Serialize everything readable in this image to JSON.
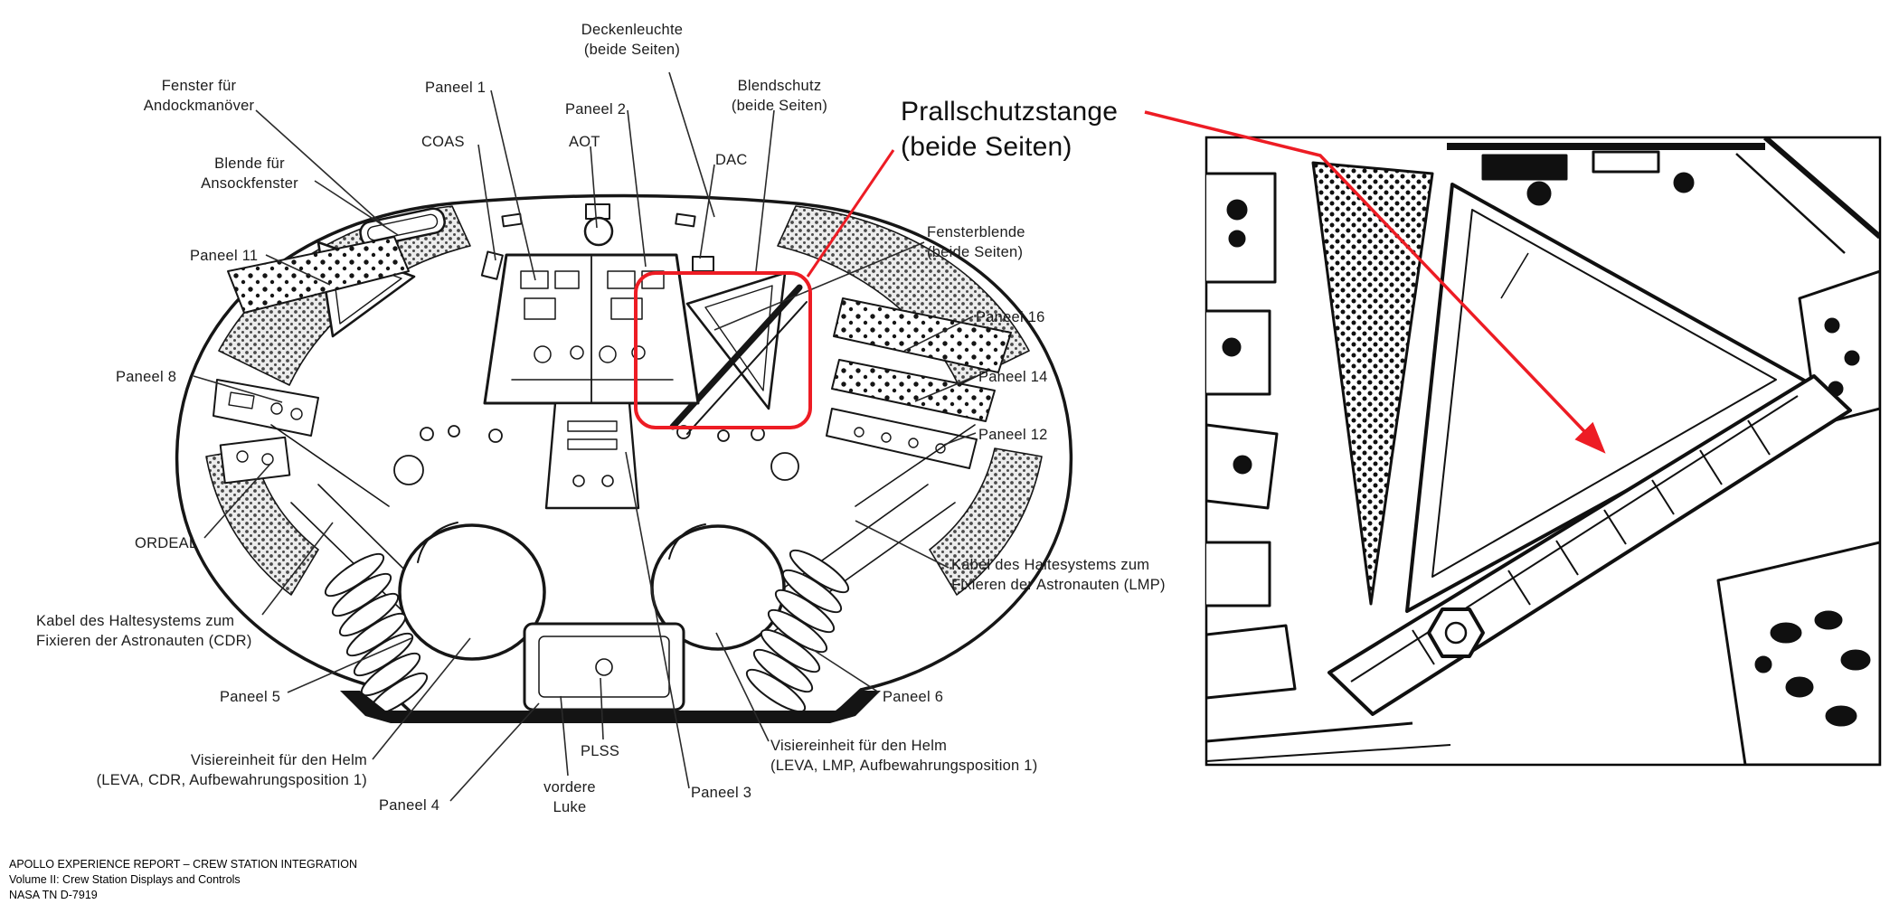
{
  "colors": {
    "highlight_red": "#ed1c24",
    "ink": "#1a1a1a",
    "background": "#ffffff"
  },
  "callout": {
    "text": "Prallschutzstange\n(beide Seiten)"
  },
  "labels": [
    {
      "id": "deckenleuchte",
      "text": "Deckenleuchte\n(beide Seiten)"
    },
    {
      "id": "fenster-andock",
      "text": "Fenster für\nAndockmanöver"
    },
    {
      "id": "paneel-1",
      "text": "Paneel 1"
    },
    {
      "id": "paneel-2",
      "text": "Paneel 2"
    },
    {
      "id": "blendschutz",
      "text": "Blendschutz\n(beide Seiten)"
    },
    {
      "id": "coas",
      "text": "COAS"
    },
    {
      "id": "aot",
      "text": "AOT"
    },
    {
      "id": "dac",
      "text": "DAC"
    },
    {
      "id": "blende-ansock",
      "text": "Blende für\nAnsockfenster"
    },
    {
      "id": "paneel-11",
      "text": "Paneel 11"
    },
    {
      "id": "fensterblende",
      "text": "Fensterblende\n(beide Seiten)"
    },
    {
      "id": "paneel-16",
      "text": "Paneel 16"
    },
    {
      "id": "paneel-8",
      "text": "Paneel 8"
    },
    {
      "id": "paneel-14",
      "text": "Paneel 14"
    },
    {
      "id": "paneel-12",
      "text": "Paneel 12"
    },
    {
      "id": "ordeal",
      "text": "ORDEAL"
    },
    {
      "id": "kabel-lmp",
      "text": "Kabel des Haltesystems zum\nFixieren der Astronauten (LMP)"
    },
    {
      "id": "kabel-cdr",
      "text": "Kabel des Haltesystems zum\nFixieren der Astronauten (CDR)"
    },
    {
      "id": "paneel-5",
      "text": "Paneel 5"
    },
    {
      "id": "paneel-6",
      "text": "Paneel 6"
    },
    {
      "id": "visier-cdr",
      "text": "Visiereinheit für den Helm\n(LEVA, CDR, Aufbewahrungsposition 1)"
    },
    {
      "id": "plss",
      "text": "PLSS"
    },
    {
      "id": "visier-lmp",
      "text": "Visiereinheit für den Helm\n(LEVA, LMP, Aufbewahrungsposition 1)"
    },
    {
      "id": "vordere-luke",
      "text": "vordere\nLuke"
    },
    {
      "id": "paneel-4",
      "text": "Paneel 4"
    },
    {
      "id": "paneel-3",
      "text": "Paneel 3"
    }
  ],
  "footer": {
    "line1": "APOLLO EXPERIENCE REPORT – CREW STATION INTEGRATION",
    "line2": "Volume II: Crew Station Displays and Controls",
    "line3": "NASA TN D-7919"
  }
}
